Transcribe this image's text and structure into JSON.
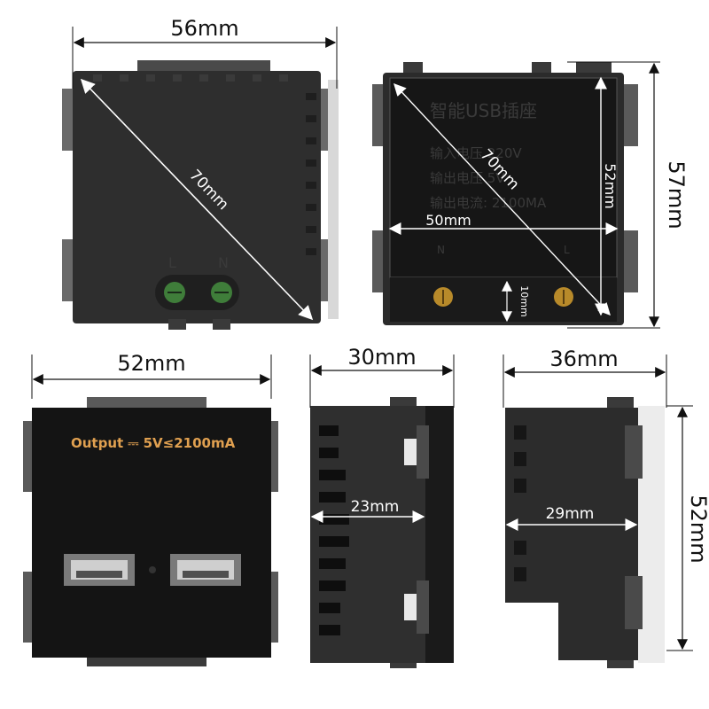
{
  "views": {
    "back": {
      "width_label": "56mm",
      "diagonal_label": "70mm",
      "terminal_l": "L",
      "terminal_n": "N"
    },
    "label_side": {
      "title": "智能USB插座",
      "line1": "输入电压  220V",
      "line2": "输出电压 5V",
      "line3": "输出电流: 2100MA",
      "diagonal_label": "70mm",
      "inner_height_label": "52mm",
      "outer_height_label": "57mm",
      "inner_width_label": "50mm",
      "terminal_depth_label": "10mm",
      "terminal_n": "N",
      "terminal_l": "L"
    },
    "front": {
      "width_label": "52mm",
      "output_text": "Output ⎓ 5V≤2100mA"
    },
    "side_a": {
      "width_label": "30mm",
      "inner_label": "23mm"
    },
    "side_b": {
      "width_label": "36mm",
      "inner_label": "29mm",
      "height_label": "52mm"
    }
  },
  "colors": {
    "body_dark": "#2e2e2e",
    "body_black": "#161616",
    "clip_grey": "#5a5a5a",
    "terminal_green": "#3f7d3a",
    "terminal_brass": "#b88a2a",
    "print_orange": "#e0a050"
  }
}
